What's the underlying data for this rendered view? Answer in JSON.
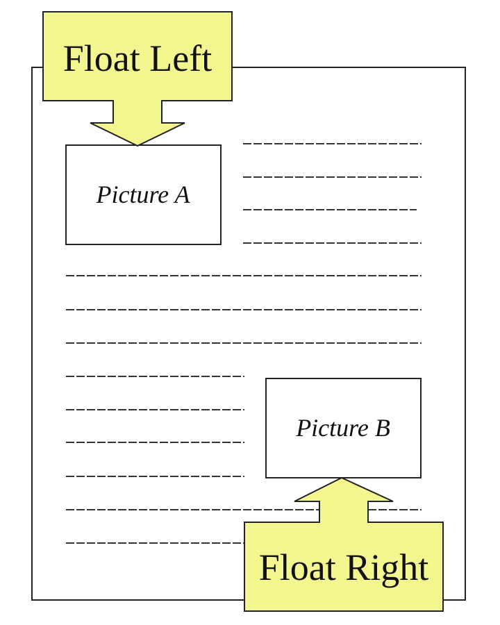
{
  "float_left": {
    "label": "Float Left"
  },
  "float_right": {
    "label": "Float Right"
  },
  "picture_a": {
    "label": "Picture A"
  },
  "picture_b": {
    "label": "Picture B"
  },
  "colors": {
    "callout_fill": "#f3f58f",
    "border": "#222222",
    "background": "#ffffff"
  }
}
